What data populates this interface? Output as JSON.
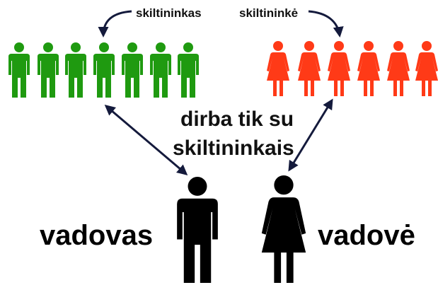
{
  "labels": {
    "male_squad_leader": "skiltininkas",
    "female_squad_leader": "skiltininkė",
    "center_line1": "dirba tik su",
    "center_line2": "skiltininkais",
    "male_leader": "vadovas",
    "female_leader": "vadovė"
  },
  "groups": {
    "male_group_count": 7,
    "female_group_count": 6
  },
  "colors": {
    "male_group": "#1f9a10",
    "female_group": "#ff3a17",
    "leaders": "#000000",
    "arrows": "#141a3c",
    "text": "#111111"
  },
  "icons": {
    "male_figure": "male-person-icon",
    "female_figure": "female-person-icon"
  }
}
